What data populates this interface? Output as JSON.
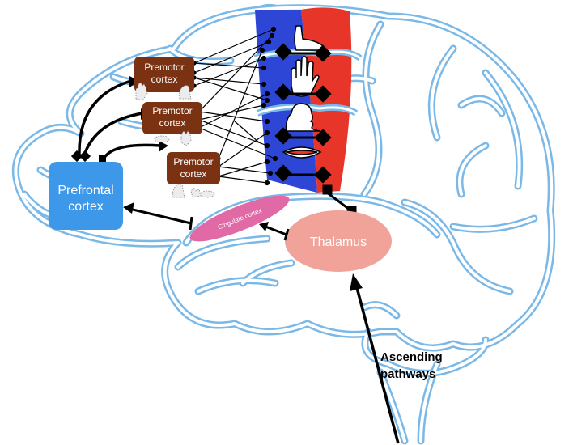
{
  "labels": {
    "prefrontal_line1": "Prefrontal",
    "prefrontal_line2": "cortex",
    "premotor_line1": "Premotor",
    "premotor_line2": "cortex",
    "cingulate": "Cingulate cortex",
    "thalamus": "Thalamus",
    "ascending_line1": "Ascending",
    "ascending_line2": "pathways"
  },
  "body_part_icons": [
    "foot-icon",
    "hand-icon",
    "head-icon",
    "mouth-icon"
  ],
  "colors": {
    "brain_outline": "#7ab8e8",
    "motor_strip": "#2e46d6",
    "sensory_strip": "#e8352a",
    "prefrontal_box": "#3e98ea",
    "premotor_box": "#7a3212",
    "cingulate": "#e069a6",
    "thalamus": "#f1a39a",
    "connector": "#000000"
  }
}
